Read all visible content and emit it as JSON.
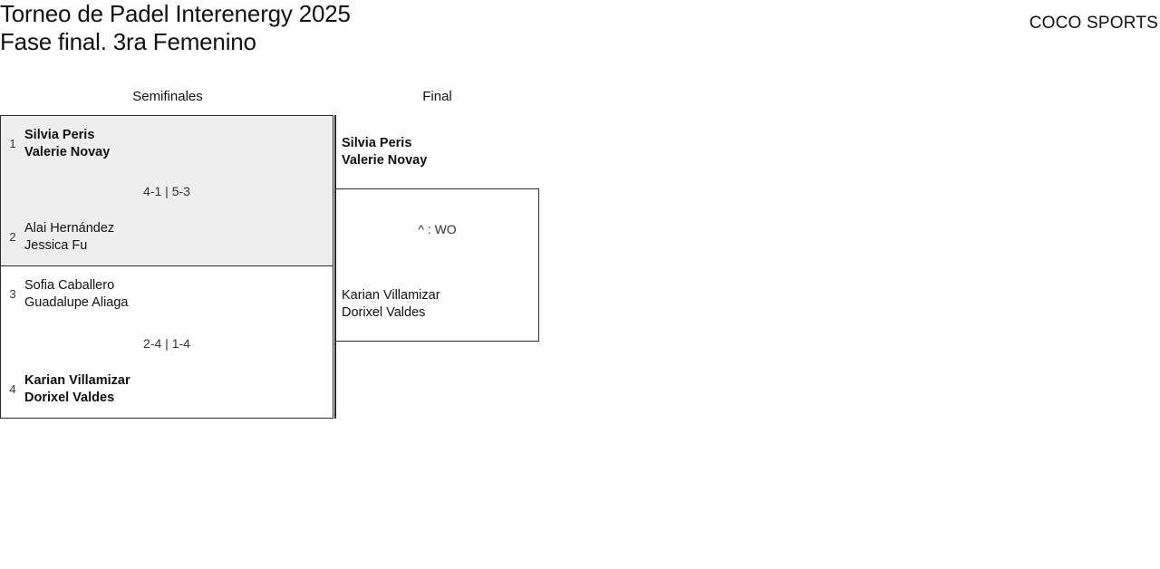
{
  "header": {
    "title": "Torneo de Padel Interenergy 2025\nFase final. 3ra Femenino",
    "brand": "COCO SPORTS"
  },
  "bracket": {
    "rounds": [
      {
        "name": "semifinales",
        "label": "Semifinales"
      },
      {
        "name": "final",
        "label": "Final"
      }
    ],
    "semifinals": [
      {
        "score": "4-1 | 5-3",
        "highlighted": true,
        "top": {
          "seed": "1",
          "team": "Silvia Peris\nValerie Novay",
          "result": "winner"
        },
        "bottom": {
          "seed": "2",
          "team": "Alai Hernández\nJessica Fu",
          "result": "loser"
        }
      },
      {
        "score": "2-4 | 1-4",
        "highlighted": false,
        "top": {
          "seed": "3",
          "team": "Sofia Caballero\nGuadalupe Aliaga",
          "result": "loser"
        },
        "bottom": {
          "seed": "4",
          "team": "Karian Villamizar\nDorixel Valdes",
          "result": "winner"
        }
      }
    ],
    "final": {
      "score": "^ : WO",
      "winner": "Silvia Peris\nValerie Novay",
      "loser": "Karian Villamizar\nDorixel Valdes"
    }
  },
  "colors": {
    "highlight_background": "#eeeeee",
    "border": "#2b2b2b",
    "text": "#111111",
    "page_background": "#ffffff"
  }
}
